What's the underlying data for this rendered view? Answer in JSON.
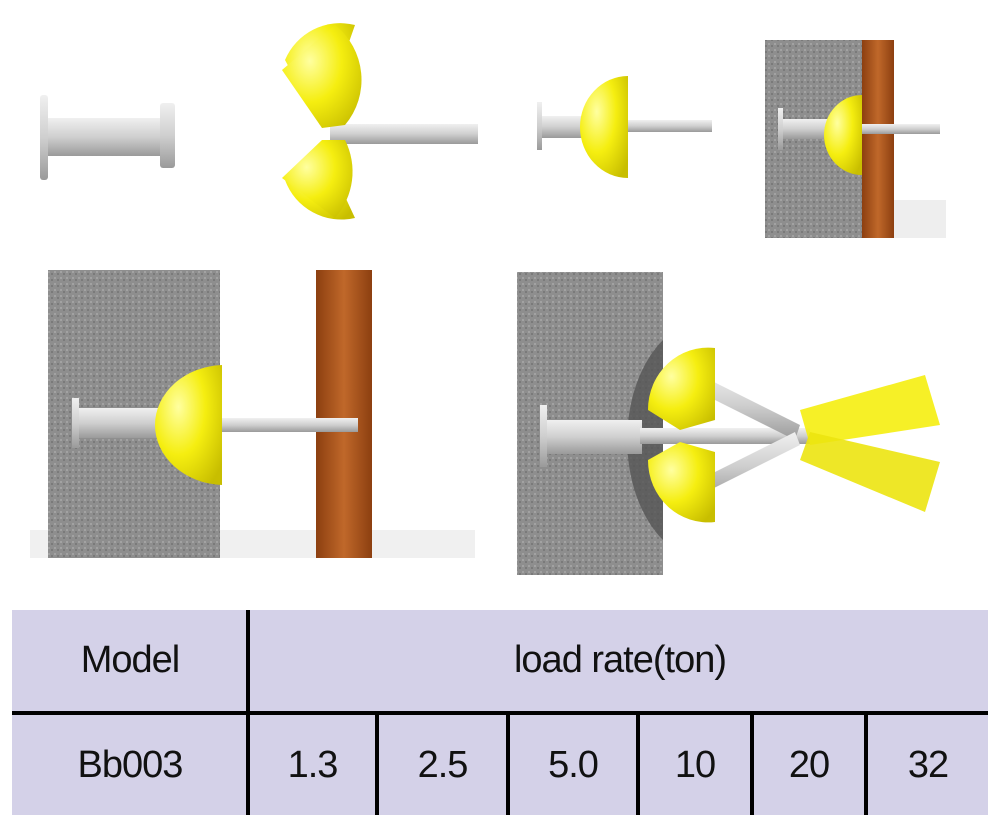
{
  "figures": [
    "anchor-bolt",
    "anchor-split-open",
    "anchor-assembled",
    "anchor-in-wall",
    "anchor-through-wall-wide",
    "anchor-expanded"
  ],
  "colors": {
    "wall": "#8f8f8f",
    "wood": "#b05a1e",
    "yellow": "#f2ec16",
    "metal": "#d4d4d4",
    "table_bg": "#d4d1e8"
  },
  "table": {
    "header": {
      "model": "Model",
      "load_rate": "load rate(ton)"
    },
    "row": {
      "model": "Bb003",
      "values": [
        "1.3",
        "2.5",
        "5.0",
        "10",
        "20",
        "32"
      ]
    }
  }
}
